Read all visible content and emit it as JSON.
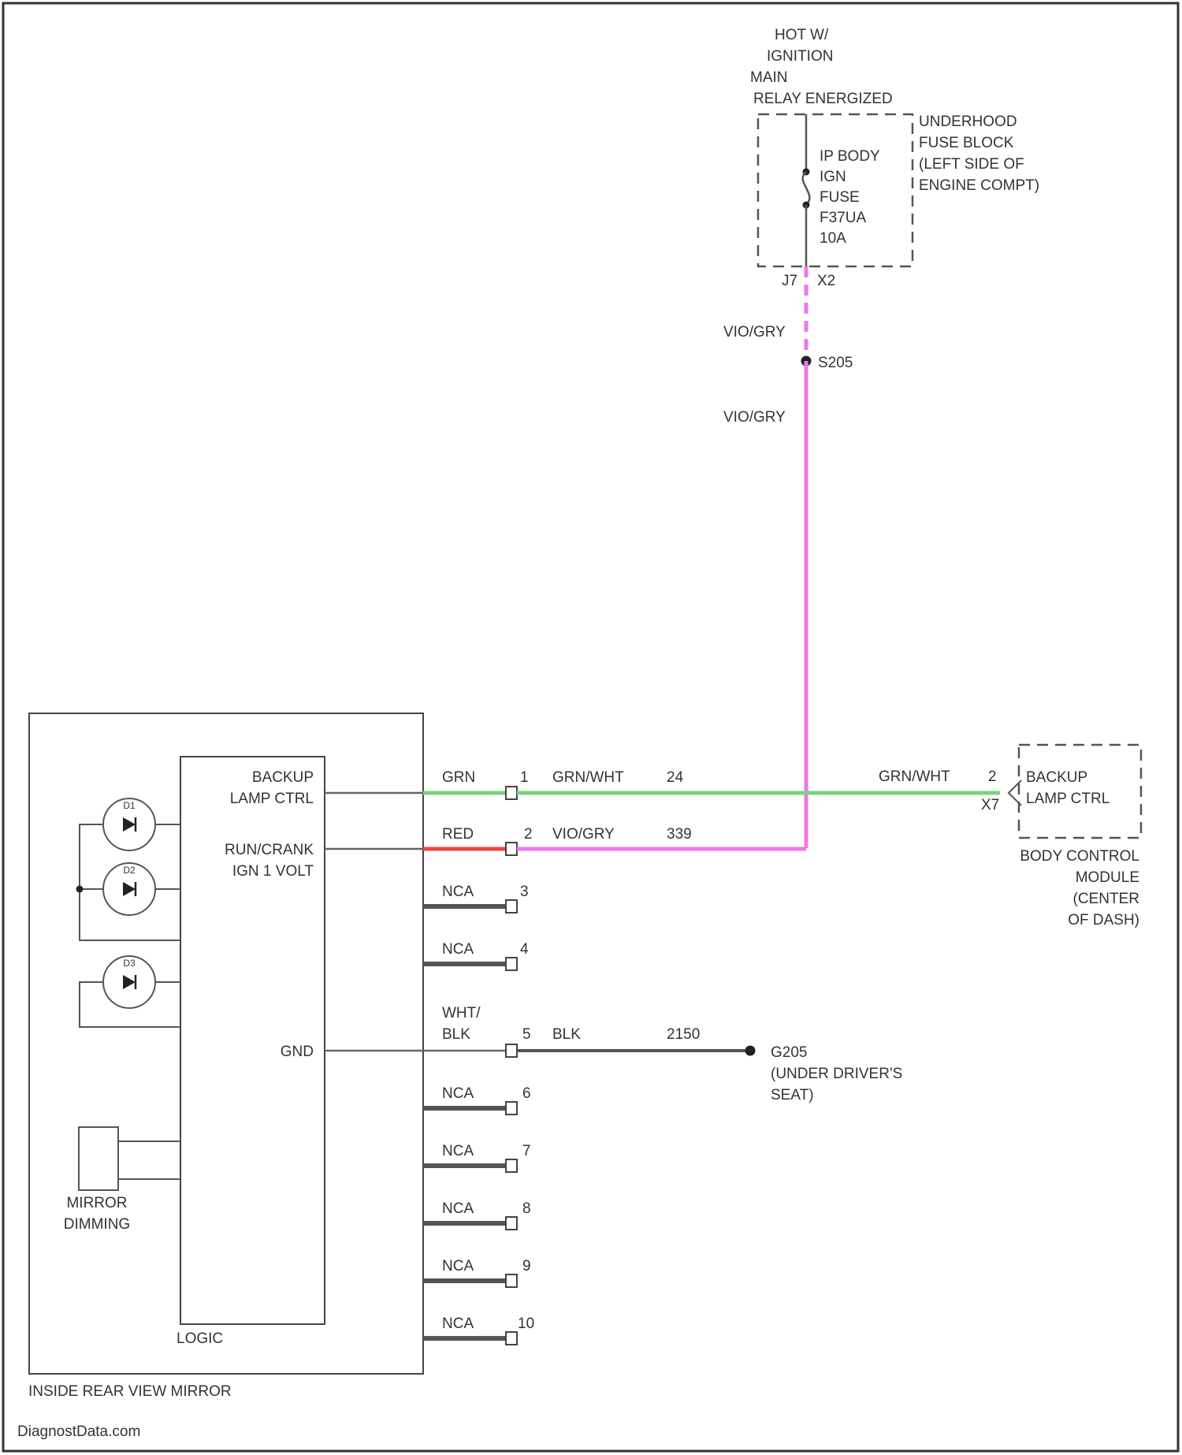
{
  "relay": {
    "line1": "HOT W/",
    "line2": "IGNITION",
    "line3": "MAIN",
    "line4": "RELAY ENERGIZED"
  },
  "fuse_block": {
    "line1": "UNDERHOOD",
    "line2": "FUSE BLOCK",
    "line3": "(LEFT SIDE OF",
    "line4": "ENGINE COMPT)"
  },
  "fuse": {
    "line1": "IP BODY",
    "line2": "IGN",
    "line3": "FUSE",
    "line4": "F37UA",
    "line5": "10A"
  },
  "fuse_pins": {
    "pin": "J7",
    "connector": "X2"
  },
  "splice": "S205",
  "wire_vio_gry_1": "VIO/GRY",
  "wire_vio_gry_2": "VIO/GRY",
  "mirror": {
    "title": "INSIDE REAR VIEW MIRROR",
    "logic": "LOGIC",
    "dimming": [
      "MIRROR",
      "DIMMING"
    ],
    "backup": [
      "BACKUP",
      "LAMP CTRL"
    ],
    "run": [
      "RUN/CRANK",
      "IGN 1 VOLT"
    ],
    "gnd": "GND",
    "diode_labels": [
      "D1",
      "D2",
      "D3"
    ]
  },
  "pins": [
    {
      "num": "1",
      "inner": "GRN",
      "outer": "GRN/WHT",
      "circuit": "24"
    },
    {
      "num": "2",
      "inner": "RED",
      "outer": "VIO/GRY",
      "circuit": "339"
    },
    {
      "num": "3",
      "inner": "NCA"
    },
    {
      "num": "4",
      "inner": "NCA"
    },
    {
      "num": "5",
      "inner_line1": "WHT/",
      "inner_line2": "BLK",
      "outer": "BLK",
      "circuit": "2150"
    },
    {
      "num": "6",
      "inner": "NCA"
    },
    {
      "num": "7",
      "inner": "NCA"
    },
    {
      "num": "8",
      "inner": "NCA"
    },
    {
      "num": "9",
      "inner": "NCA"
    },
    {
      "num": "10",
      "inner": "NCA"
    }
  ],
  "bcm": {
    "pin_num": "2",
    "connector": "X7",
    "wire": "GRN/WHT",
    "inside": [
      "BACKUP",
      "LAMP CTRL"
    ],
    "label": [
      "BODY CONTROL",
      "MODULE",
      "(CENTER",
      "OF DASH)"
    ]
  },
  "ground": {
    "name": "G205",
    "line2": "(UNDER DRIVER'S",
    "line3": "SEAT)"
  },
  "footer": "DiagnostData.com",
  "colors": {
    "grn_wht": "#7ad37a",
    "vio_gry": "#ee77ee",
    "red": "#ee4444",
    "nca": "#555555",
    "wire": "#666666"
  }
}
